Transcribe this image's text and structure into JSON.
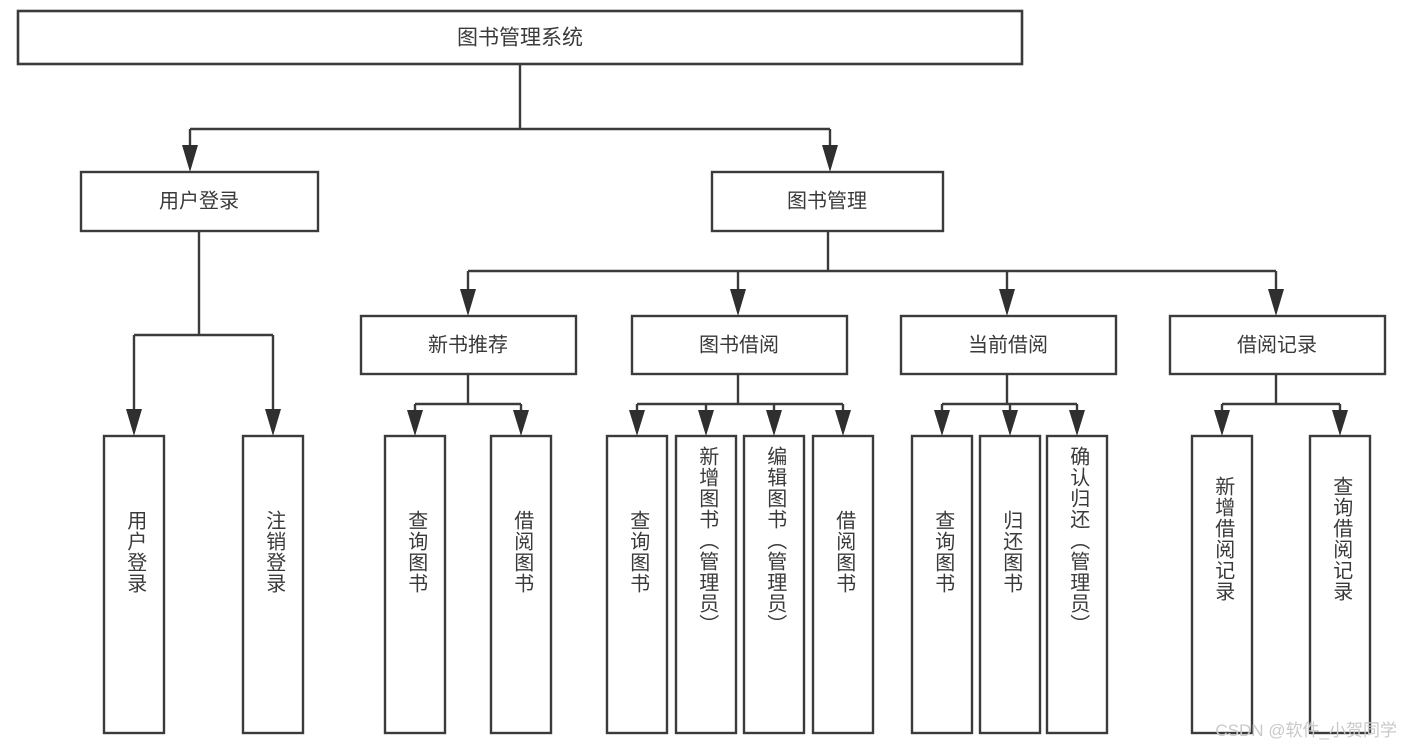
{
  "diagram": {
    "title": "图书管理系统",
    "type": "tree",
    "orientation": "top-down",
    "colors": {
      "background": "#ffffff",
      "box_stroke": "#3b3b3b",
      "box_fill": "#ffffff",
      "text": "#3a3a3a",
      "connector": "#3b3b3b",
      "watermark": "#c9c9c9"
    },
    "root": {
      "label": "图书管理系统"
    },
    "level2": [
      {
        "id": "user-login",
        "label": "用户登录"
      },
      {
        "id": "book-manage",
        "label": "图书管理"
      }
    ],
    "level3": [
      {
        "id": "new-book-recommend",
        "label": "新书推荐",
        "parent": "book-manage"
      },
      {
        "id": "book-borrow",
        "label": "图书借阅",
        "parent": "book-manage"
      },
      {
        "id": "current-borrow",
        "label": "当前借阅",
        "parent": "book-manage"
      },
      {
        "id": "borrow-record",
        "label": "借阅记录",
        "parent": "book-manage"
      }
    ],
    "leaves": {
      "user-login": [
        {
          "id": "leaf-user-login",
          "label": "用户登录"
        },
        {
          "id": "leaf-user-logout",
          "label": "注销登录"
        }
      ],
      "new-book-recommend": [
        {
          "id": "leaf-query-book-1",
          "label": "查询图书"
        },
        {
          "id": "leaf-borrow-book-1",
          "label": "借阅图书"
        }
      ],
      "book-borrow": [
        {
          "id": "leaf-query-book-2",
          "label": "查询图书"
        },
        {
          "id": "leaf-add-book",
          "label": "新增图书（管理员）"
        },
        {
          "id": "leaf-edit-book",
          "label": "编辑图书（管理员）"
        },
        {
          "id": "leaf-borrow-book-2",
          "label": "借阅图书"
        }
      ],
      "current-borrow": [
        {
          "id": "leaf-query-book-3",
          "label": "查询图书"
        },
        {
          "id": "leaf-return-book",
          "label": "归还图书"
        },
        {
          "id": "leaf-confirm-return",
          "label": "确认归还（管理员）"
        }
      ],
      "borrow-record": [
        {
          "id": "leaf-add-record",
          "label": "新增借阅记录"
        },
        {
          "id": "leaf-query-record",
          "label": "查询借阅记录"
        }
      ]
    }
  },
  "watermark": {
    "text": "CSDN @软件_小贺同学"
  }
}
